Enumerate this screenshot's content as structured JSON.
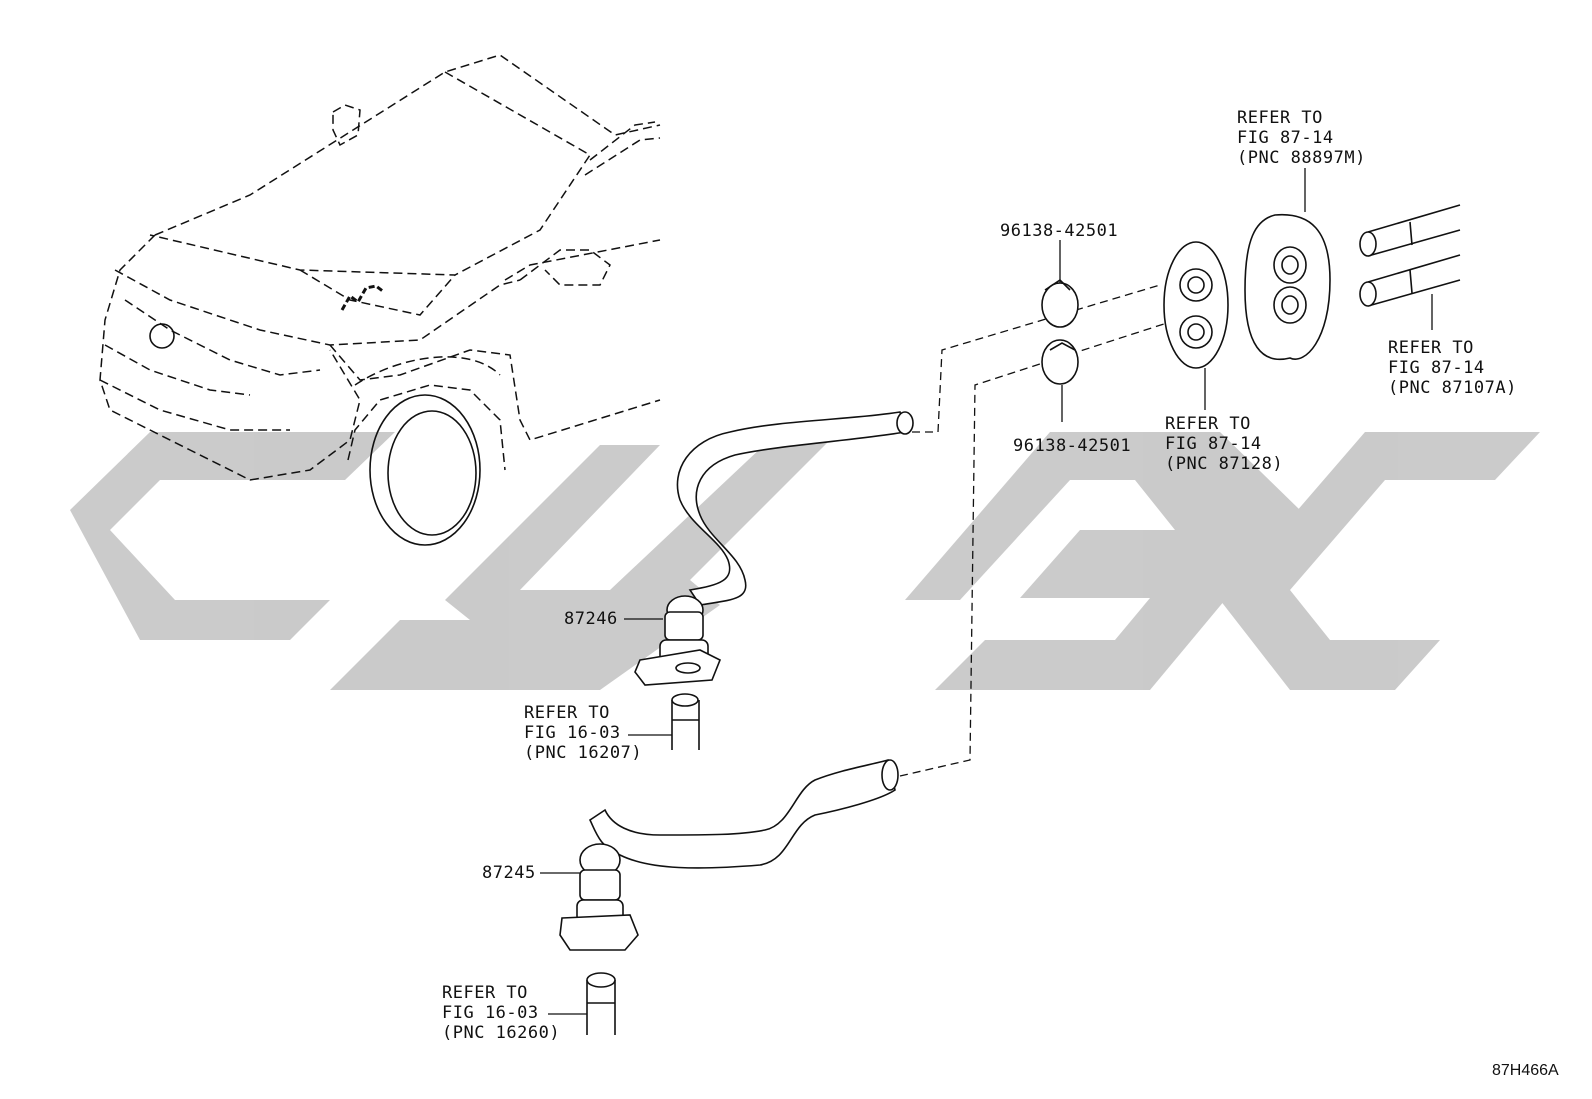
{
  "diagram_code": "87H466A",
  "watermark": {
    "color": "#c8c8c8"
  },
  "parts": [
    {
      "id": "p87246",
      "number": "87246",
      "name": "hose-fitting-upper"
    },
    {
      "id": "p87245",
      "number": "87245",
      "name": "hose-fitting-lower"
    },
    {
      "id": "clamp1",
      "number": "96138-42501",
      "name": "hose-clamp-upper"
    },
    {
      "id": "clamp2",
      "number": "96138-42501",
      "name": "hose-clamp-lower"
    }
  ],
  "references": [
    {
      "id": "ref_88897M",
      "lines": [
        "REFER TO",
        "FIG 87-14",
        "(PNC 88897M)"
      ]
    },
    {
      "id": "ref_87107A",
      "lines": [
        "REFER TO",
        "FIG 87-14",
        "(PNC 87107A)"
      ]
    },
    {
      "id": "ref_87128",
      "lines": [
        "REFER TO",
        "FIG 87-14",
        "(PNC 87128)"
      ]
    },
    {
      "id": "ref_16207",
      "lines": [
        "REFER TO",
        "FIG 16-03",
        "(PNC 16207)"
      ]
    },
    {
      "id": "ref_16260",
      "lines": [
        "REFER TO",
        "FIG 16-03",
        "(PNC 16260)"
      ]
    }
  ]
}
